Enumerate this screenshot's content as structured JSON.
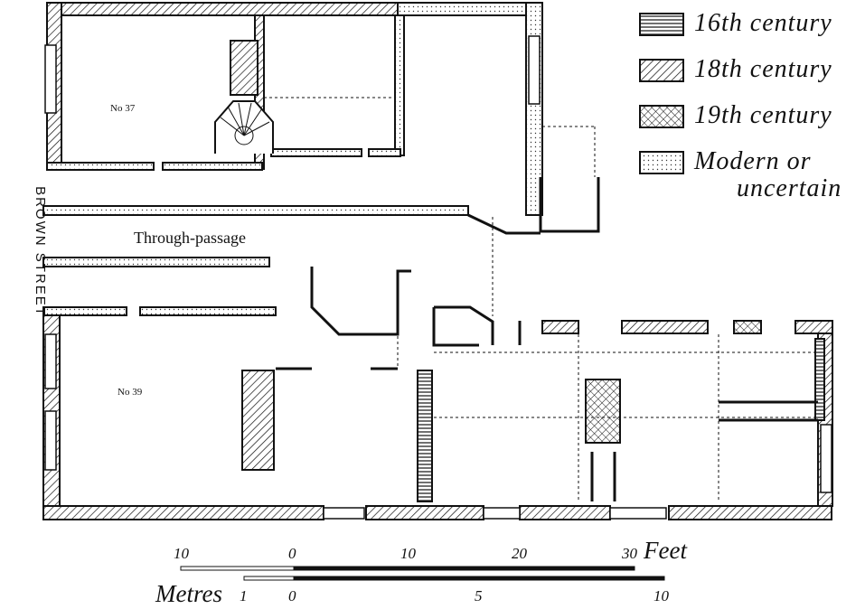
{
  "plan": {
    "street_label": "BROWN STREET",
    "passage_label": "Through-passage",
    "rooms": [
      {
        "label": "No 37"
      },
      {
        "label": "No 39"
      }
    ]
  },
  "legend": {
    "items": [
      {
        "label": "16th century",
        "pattern": "horizontal-lines"
      },
      {
        "label": "18th century",
        "pattern": "diagonal-hatch"
      },
      {
        "label": "19th century",
        "pattern": "cross-hatch"
      },
      {
        "label": "Modern or",
        "label2": "uncertain",
        "pattern": "dotted"
      }
    ]
  },
  "scale": {
    "feet_unit": "Feet",
    "feet_ticks": [
      "10",
      "0",
      "10",
      "20",
      "30"
    ],
    "metres_unit": "Metres",
    "metres_ticks": [
      "1",
      "0",
      "5",
      "10"
    ]
  },
  "colors": {
    "ink": "#111111",
    "paper": "#ffffff"
  }
}
